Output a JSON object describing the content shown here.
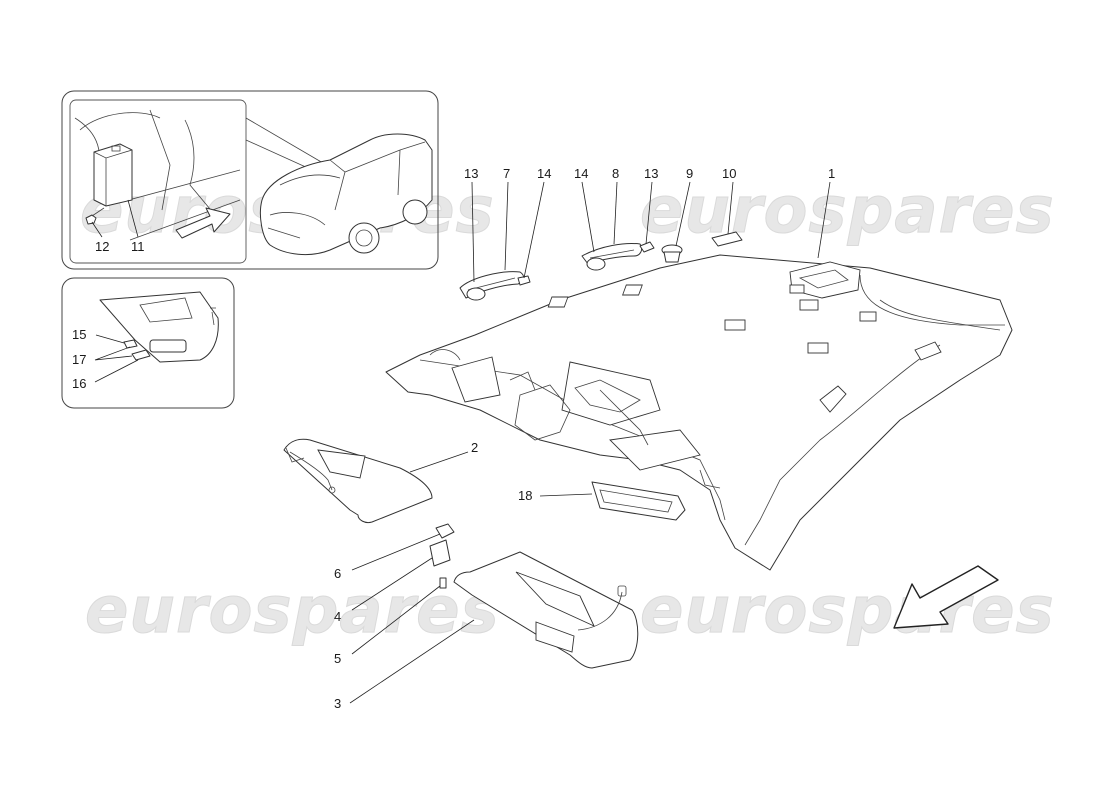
{
  "watermark": {
    "text": "eurospares",
    "color": "#e7e7e7"
  },
  "callouts": {
    "c1": "1",
    "c2": "2",
    "c3": "3",
    "c4": "4",
    "c5": "5",
    "c6": "6",
    "c7": "7",
    "c8": "8",
    "c9": "9",
    "c10": "10",
    "c11": "11",
    "c12": "12",
    "c13a": "13",
    "c13b": "13",
    "c14a": "14",
    "c14b": "14",
    "c15": "15",
    "c16": "16",
    "c17": "17",
    "c18": "18"
  },
  "icons": {
    "direction_arrow": "direction-arrow-icon",
    "view_arrow": "view-arrow-icon"
  }
}
